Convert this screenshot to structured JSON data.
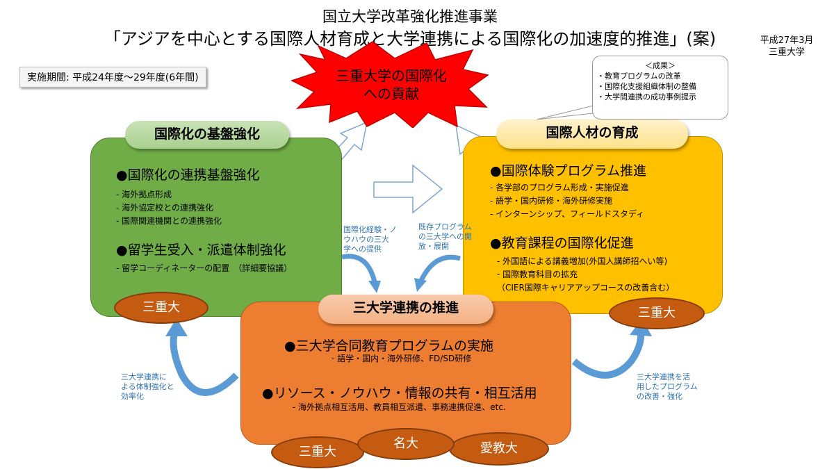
{
  "header": {
    "title1": "国立大学改革強化推進事業",
    "title2": "「アジアを中心とする国際人材育成と大学連携による国際化の加速度的推進」(案)",
    "date": "平成27年3月",
    "org": "三重大学"
  },
  "period": "実施期間: 平成24年度～29年度(6年間)",
  "starburst": {
    "line1": "三重大学の国際化",
    "line2": "への貢献"
  },
  "results": {
    "heading": "＜成果＞",
    "items": [
      "・教育プログラムの改革",
      "・国際化支援組織体制の整備",
      "・大学間連携の成功事例提示"
    ]
  },
  "green_box": {
    "title": "国際化の基盤強化",
    "h1": "●国際化の連携基盤強化",
    "bullets1": [
      "-  海外拠点形成",
      "-  海外協定校との連携強化",
      "-  国際関連機関との連携強化"
    ],
    "h2": "●留学生受入・派遣体制強化",
    "bullet2": "- 留学コーディネーターの配置　（詳細要協議）",
    "oval": "三重大"
  },
  "yellow_box": {
    "title": "国際人材の育成",
    "h1": "●国際体験プログラム推進",
    "bullets1": [
      "- 各学部のプログラム形成・実施促進",
      "- 語学・国内研修・海外研修実施",
      "- インターンシップ、フィールドスタディ"
    ],
    "h2": "●教育課程の国際化促進",
    "bullets2": [
      "- 外国語による講義増加(外国人講師招へい等)",
      "-  国際教育科目の拡充",
      "（CIER国際キャリアアップコースの改善含む）"
    ],
    "oval": "三重大"
  },
  "orange_box": {
    "title": "三大学連携の推進",
    "h1": "●三大学合同教育プログラムの実施",
    "sub1": "-  語学・国内・海外研修、FD/SD研修",
    "h2": "●リソース・ノウハウ・情報の共有・相互活用",
    "sub2": "- 海外拠点相互活用、教員相互派遣、事務連携促進、etc.",
    "ovals": [
      "三重大",
      "名大",
      "愛教大"
    ]
  },
  "annotations": {
    "left_mid": [
      "国際化経験・ノ",
      "ウハウの三大",
      "学への提供"
    ],
    "right_mid": [
      "既存プログラム",
      "の三大学への開",
      "放・展開"
    ],
    "bottom_left": [
      "三大学連携に",
      "よる体制強化と",
      "効率化"
    ],
    "bottom_right": [
      "三大学連携を活",
      "用したプログラム",
      "の改善・強化"
    ]
  },
  "colors": {
    "green": "#70ad47",
    "yellow": "#ffc000",
    "orange": "#ed7d31",
    "oval": "#c55a11",
    "star": "#ff0000",
    "arrow_blue": "#5b9bd5",
    "annotation": "#2e75b6"
  }
}
